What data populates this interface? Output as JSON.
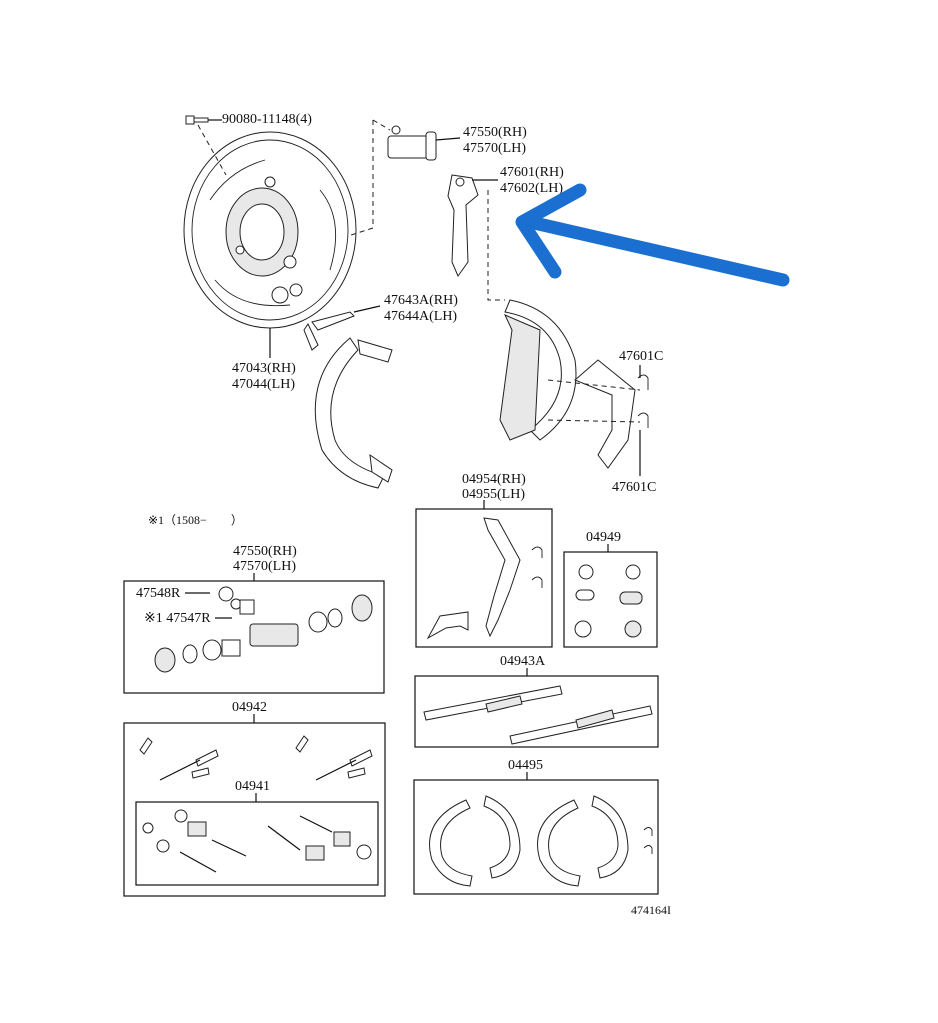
{
  "labels": {
    "bolt": "90080-11148(4)",
    "cyl_rh": "47550(RH)",
    "cyl_lh": "47570(LH)",
    "lever_rh": "47601(RH)",
    "lever_lh": "47602(LH)",
    "strut_rh": "47643A(RH)",
    "strut_lh": "47644A(LH)",
    "plate_rh": "47043(RH)",
    "plate_lh": "47044(LH)",
    "clip_top": "47601C",
    "clip_bottom": "47601C",
    "note": "※1（1508−　　）",
    "kit_cyl_rh": "47550(RH)",
    "kit_cyl_lh": "47570(LH)",
    "p47548r": "47548R",
    "p47547r": "※1 47547R",
    "kit_lever_rh": "04954(RH)",
    "kit_lever_lh": "04955(LH)",
    "kit_04949": "04949",
    "kit_04943a": "04943A",
    "kit_04942": "04942",
    "kit_04941": "04941",
    "kit_04495": "04495",
    "diagram_id": "474164I"
  },
  "colors": {
    "arrow": "#1a6fd0",
    "line": "#111111"
  }
}
